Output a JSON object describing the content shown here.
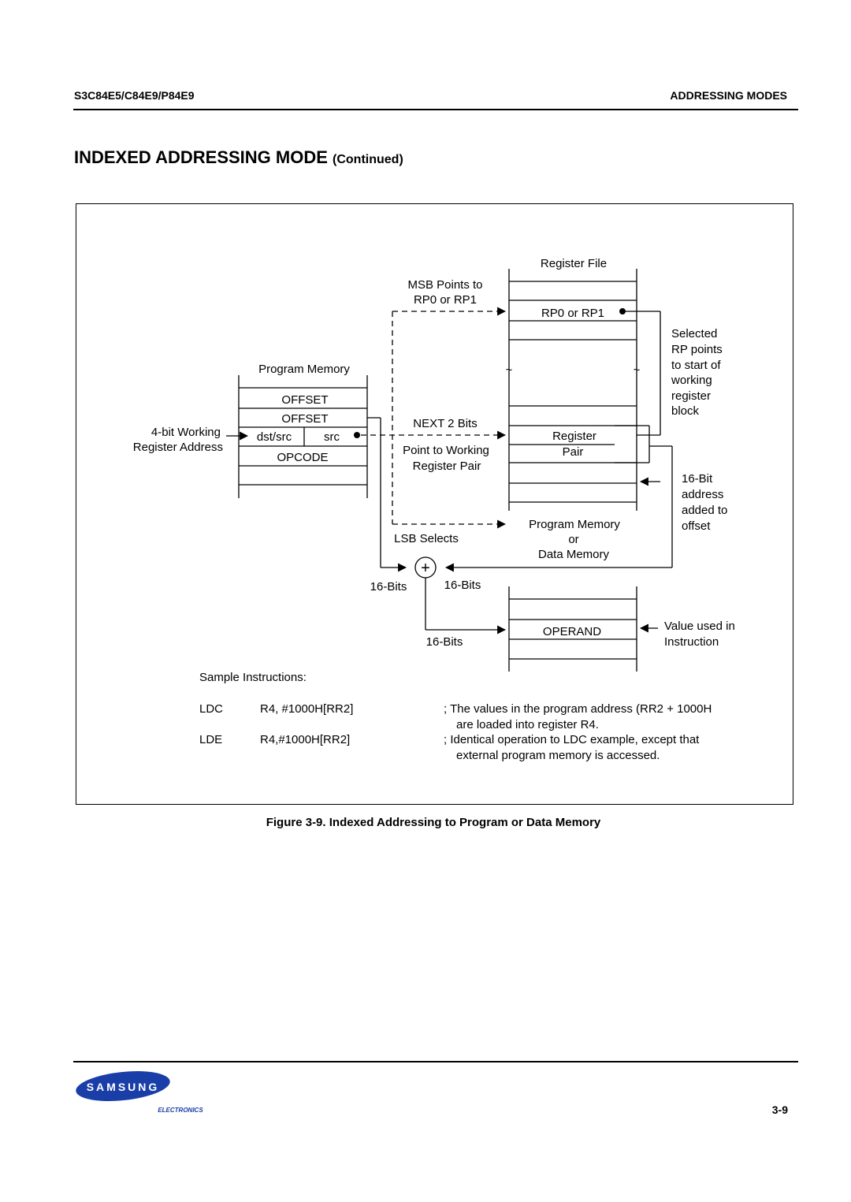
{
  "header": {
    "part_number": "S3C84E5/C84E9/P84E9",
    "section": "ADDRESSING MODES"
  },
  "page_title": {
    "main": "INDEXED ADDRESSING MODE",
    "suffix": "(Continued)"
  },
  "diagram": {
    "register_file_title": "Register File",
    "msb_points_line1": "MSB Points to",
    "msb_points_line2": "RP0 or RP1",
    "rp0_rp1_cell": "RP0 or RP1",
    "selected_rp_lines": [
      "Selected",
      "RP points",
      "to start of",
      "working",
      "register",
      "block"
    ],
    "program_memory_title": "Program Memory",
    "offset_1": "OFFSET",
    "offset_2": "OFFSET",
    "dst_src": "dst/src",
    "src": "src",
    "opcode": "OPCODE",
    "working_reg_line1": "4-bit Working",
    "working_reg_line2": "Register Address",
    "next_2_bits": "NEXT 2 Bits",
    "point_to_working": "Point to Working",
    "register_pair_label": "Register Pair",
    "register_cell": "Register",
    "pair_cell": "Pair",
    "bit16_lines": [
      "16-Bit",
      "address",
      "added to",
      "offset"
    ],
    "prog_or_data_lines": [
      "Program Memory",
      "or",
      "Data Memory"
    ],
    "lsb_selects": "LSB Selects",
    "plus": "+",
    "bits16_left": "16-Bits",
    "bits16_right": "16-Bits",
    "bits16_bottom": "16-Bits",
    "operand": "OPERAND",
    "value_used_line1": "Value used in",
    "value_used_line2": "Instruction",
    "tilde": "~"
  },
  "samples": {
    "heading": "Sample Instructions:",
    "rows": [
      {
        "mnemonic": "LDC",
        "operands": "R4, #1000H[RR2]",
        "comment_line1": ";  The values in the program address (RR2 + 1000H",
        "comment_line2": "are loaded into register R4."
      },
      {
        "mnemonic": "LDE",
        "operands": "R4,#1000H[RR2]",
        "comment_line1": ";  Identical operation to LDC example, except that",
        "comment_line2": "external program memory is accessed."
      }
    ]
  },
  "figure_caption": "Figure 3-9. Indexed Addressing to Program or Data Memory",
  "footer": {
    "logo_text": "SAMSUNG",
    "logo_subtext": "ELECTRONICS",
    "page_number": "3-9",
    "logo_color": "#1a3ea8"
  }
}
